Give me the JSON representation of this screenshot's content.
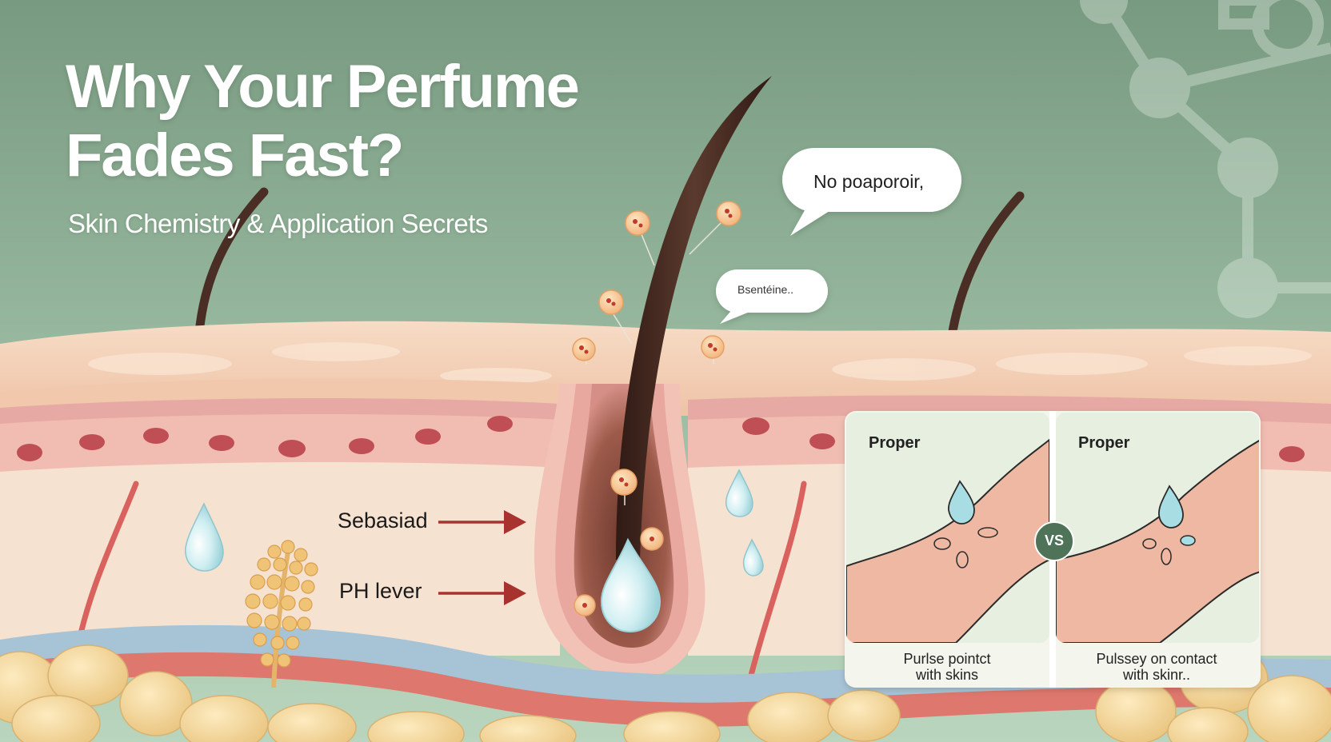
{
  "header": {
    "title_line1": "Why Your Perfume",
    "title_line2": "Fades Fast?",
    "subtitle": "Skin Chemistry & Application Secrets"
  },
  "bubbles": {
    "large": "No poaporoir,",
    "small": "Bsentéine.."
  },
  "labels": {
    "sebasiad": "Sebasiad",
    "ph": "PH lever"
  },
  "comparison": {
    "left_heading": "Proper",
    "right_heading": "Proper",
    "vs": "VS",
    "left_caption_line1": "Purlse pointct",
    "left_caption_line2": "with skins",
    "right_caption_line1": "Pulssey on contact",
    "right_caption_line2": "with skinr.."
  },
  "colors": {
    "sky_top": "#7b9c82",
    "sky_bottom": "#a9c8ae",
    "skin_surface": "#f1cfb3",
    "dermis_pink": "#e6a2a0",
    "dermis_cream": "#f5e0cf",
    "fat_cells": "#f3d79a",
    "hair": "#4a2e25",
    "arrow_red": "#a8322e",
    "vs_badge": "#4e7358",
    "panel_bg": "#e9f1e3",
    "panel_skin": "#efb7a0",
    "droplet": "#a9dde4"
  },
  "icons": {
    "molecule": "molecule-icon",
    "droplet": "droplet-icon",
    "arrow": "arrow-right-icon",
    "hair": "hair-strand-icon"
  }
}
